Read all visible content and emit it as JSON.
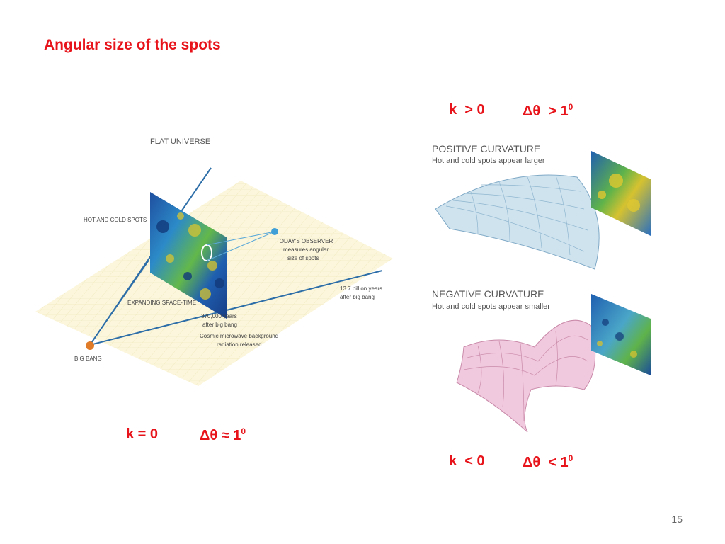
{
  "slide": {
    "title": "Angular size of the spots",
    "page_number": "15"
  },
  "equations": {
    "positive": {
      "k": "k  > 0",
      "dtheta": "Δθ  > 1",
      "exp": "0"
    },
    "flat": {
      "k": "k = 0",
      "dtheta": "Δθ ≈ 1",
      "exp": "0"
    },
    "negative": {
      "k": "k  < 0",
      "dtheta": "Δθ  < 1",
      "exp": "0"
    }
  },
  "flat_diagram": {
    "title": "FLAT UNIVERSE",
    "hot_cold": "HOT AND COLD SPOTS",
    "observer_1": "TODAY'S OBSERVER",
    "observer_2": "measures angular",
    "observer_3": "size of spots",
    "expanding": "EXPANDING SPACE-TIME",
    "years_1": "13.7 billion years",
    "years_2": "after big bang",
    "age_1": "370,000 years",
    "age_2": "after big bang",
    "cmb_1": "Cosmic microwave background",
    "cmb_2": "radiation released",
    "big_bang": "BIG BANG"
  },
  "positive_diagram": {
    "title": "POSITIVE CURVATURE",
    "subtitle": "Hot and cold spots appear larger"
  },
  "negative_diagram": {
    "title": "NEGATIVE CURVATURE",
    "subtitle": "Hot and cold spots appear smaller"
  },
  "colors": {
    "accent_red": "#e8141b",
    "grid_plane": "#fbf6dc",
    "sheet_blue": "#cfe3ef",
    "saddle_pink": "#f1c9de",
    "line_blue": "#2d6ea8"
  }
}
